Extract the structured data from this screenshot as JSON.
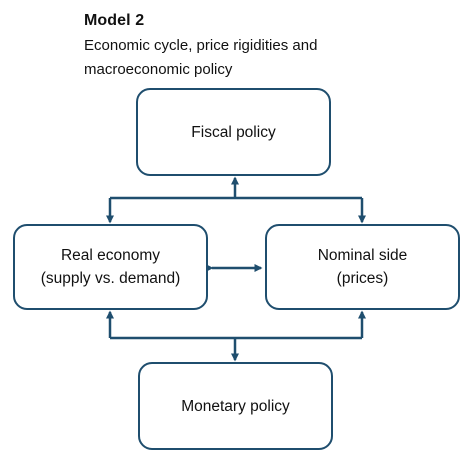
{
  "header": {
    "title": "Model 2",
    "subtitle_line1": "Economic cycle, price rigidities and",
    "subtitle_line2": "macroeconomic policy"
  },
  "nodes": {
    "fiscal": {
      "label": "Fiscal policy"
    },
    "real": {
      "line1": "Real economy",
      "line2": "(supply vs. demand)"
    },
    "nominal": {
      "line1": "Nominal side",
      "line2": "(prices)"
    },
    "monetary": {
      "label": "Monetary policy"
    }
  },
  "colors": {
    "border": "#1f4e6e",
    "text": "#111111",
    "background": "#ffffff"
  }
}
